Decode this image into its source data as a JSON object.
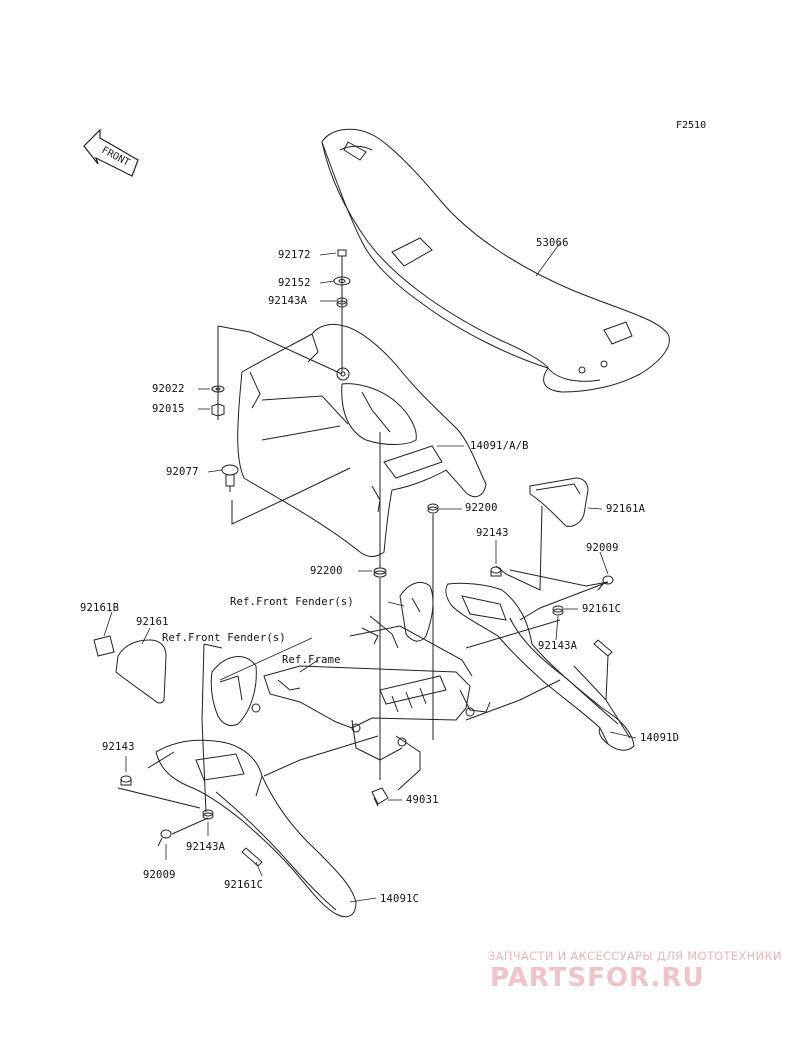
{
  "figure_code": "F2510",
  "direction_label": "FRONT",
  "labels": {
    "p92172": "92172",
    "p92152": "92152",
    "p92143A_top": "92143A",
    "p92022": "92022",
    "p92015": "92015",
    "p92077": "92077",
    "p14091AB": "14091/A/B",
    "p92200_a": "92200",
    "p92200_b": "92200",
    "p53066": "53066",
    "p92161A": "92161A",
    "p92143_right": "92143",
    "p92009_right": "92009",
    "p92161C_right": "92161C",
    "p92143A_right": "92143A",
    "ref_front_fender_1": "Ref.Front Fender(s)",
    "ref_front_fender_2": "Ref.Front Fender(s)",
    "ref_frame": "Ref.Frame",
    "p92161B": "92161B",
    "p92161": "92161",
    "p14091D": "14091D",
    "p92143_left": "92143",
    "p49031": "49031",
    "p92143A_left": "92143A",
    "p92009_left": "92009",
    "p92161C_left": "92161C",
    "p14091C": "14091C"
  },
  "watermark": {
    "tagline": "ЗАПЧАСТИ И АКСЕССУАРЫ ДЛЯ МОТОТЕХНИКИ",
    "brand": "PARTSFOR.RU"
  },
  "colors": {
    "line": "#222222",
    "watermark": "#e9a9b0"
  }
}
